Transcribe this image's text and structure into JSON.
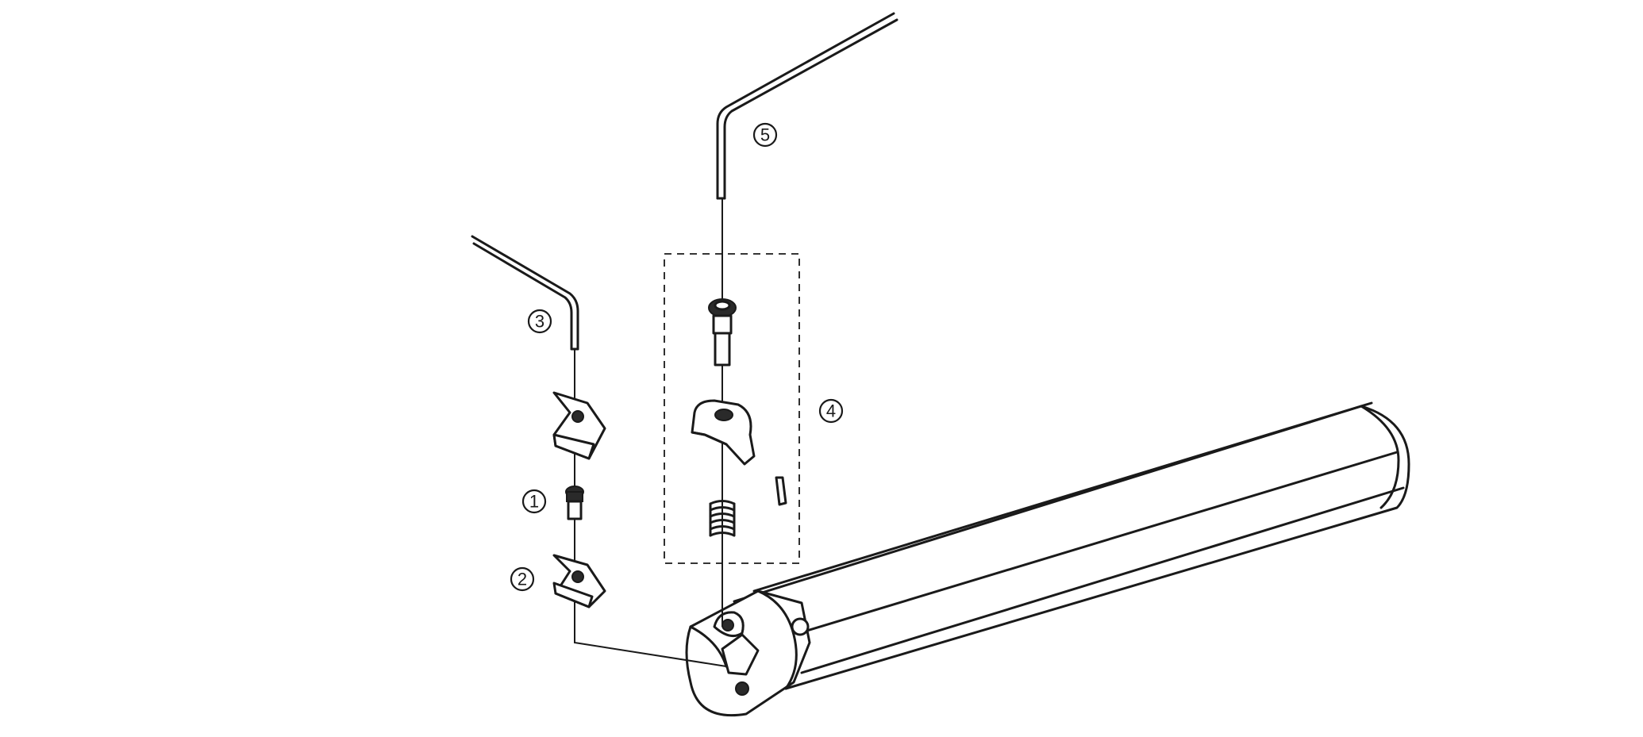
{
  "diagram": {
    "callouts": [
      {
        "id": "callout-1",
        "label": "1"
      },
      {
        "id": "callout-2",
        "label": "2"
      },
      {
        "id": "callout-3",
        "label": "3"
      },
      {
        "id": "callout-4",
        "label": "4"
      },
      {
        "id": "callout-5",
        "label": "5"
      }
    ]
  }
}
